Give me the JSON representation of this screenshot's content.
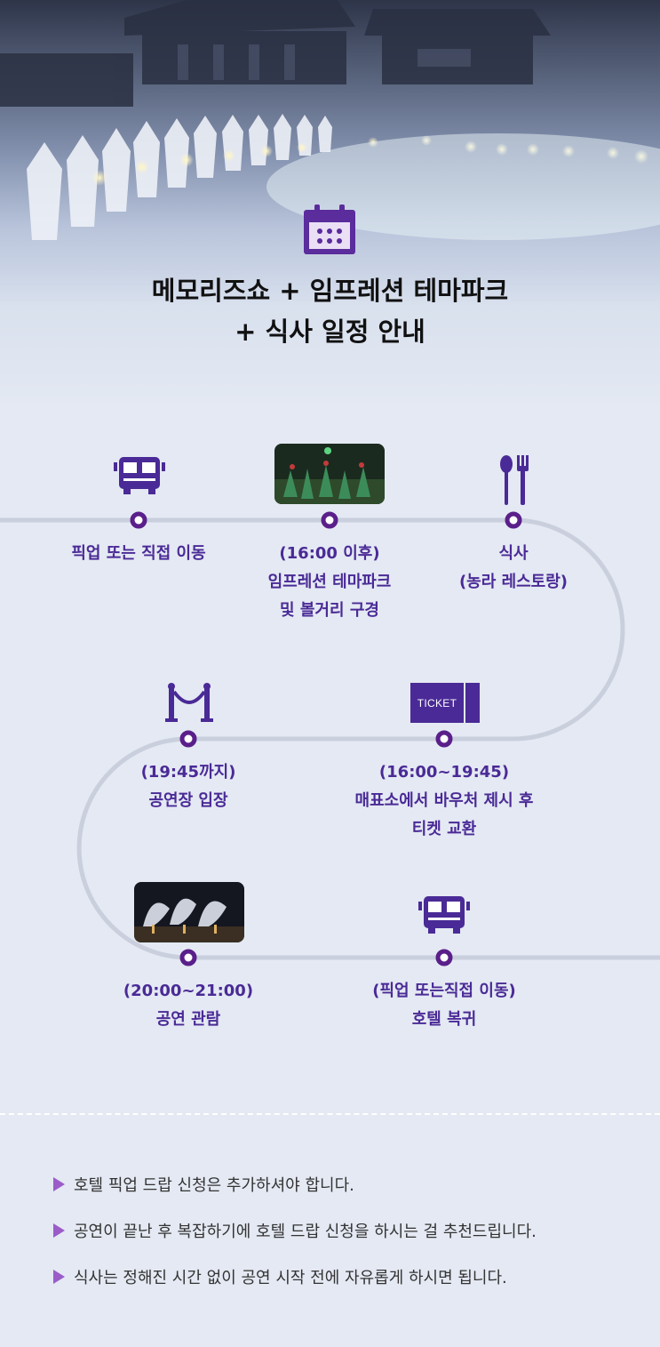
{
  "header": {
    "title_line1": "메모리즈쇼 + 임프레션 테마파크",
    "title_line2": "+ 식사 일정 안내"
  },
  "icons": {
    "header": "calendar-icon",
    "pickup": "bus-icon",
    "meal": "fork-spoon-icon",
    "entrance": "stanchion-icon",
    "ticket": "ticket-icon",
    "return": "bus-icon"
  },
  "ticket_text": "TICKET",
  "steps": [
    {
      "lines": [
        "픽업 또는 직접 이동"
      ]
    },
    {
      "lines": [
        "(16:00 이후)",
        "임프레션 테마파크",
        "및 볼거리 구경"
      ]
    },
    {
      "lines": [
        "식사",
        "(농라 레스토랑)"
      ]
    },
    {
      "lines": [
        "(19:45까지)",
        "공연장 입장"
      ]
    },
    {
      "lines": [
        "(16:00~19:45)",
        "매표소에서 바우처 제시 후",
        "티켓 교환"
      ]
    },
    {
      "lines": [
        "(20:00~21:00)",
        "공연 관람"
      ]
    },
    {
      "lines": [
        "(픽업 또는직접 이동)",
        "호텔 복귀"
      ]
    }
  ],
  "notes": [
    "호텔 픽업 드랍 신청은 추가하셔야 합니다.",
    "공연이 끝난 후 복잡하기에 호텔 드랍 신청을 하시는 걸 추천드립니다.",
    "식사는 정해진 시간 없이 공연 시작 전에 자유롭게 하시면 됩니다."
  ],
  "colors": {
    "accent": "#4a2a96",
    "marker": "#5a1f8a",
    "track": "#c9cfdc",
    "bullet": "#9b5cc8",
    "background": "#e4e9f3"
  }
}
